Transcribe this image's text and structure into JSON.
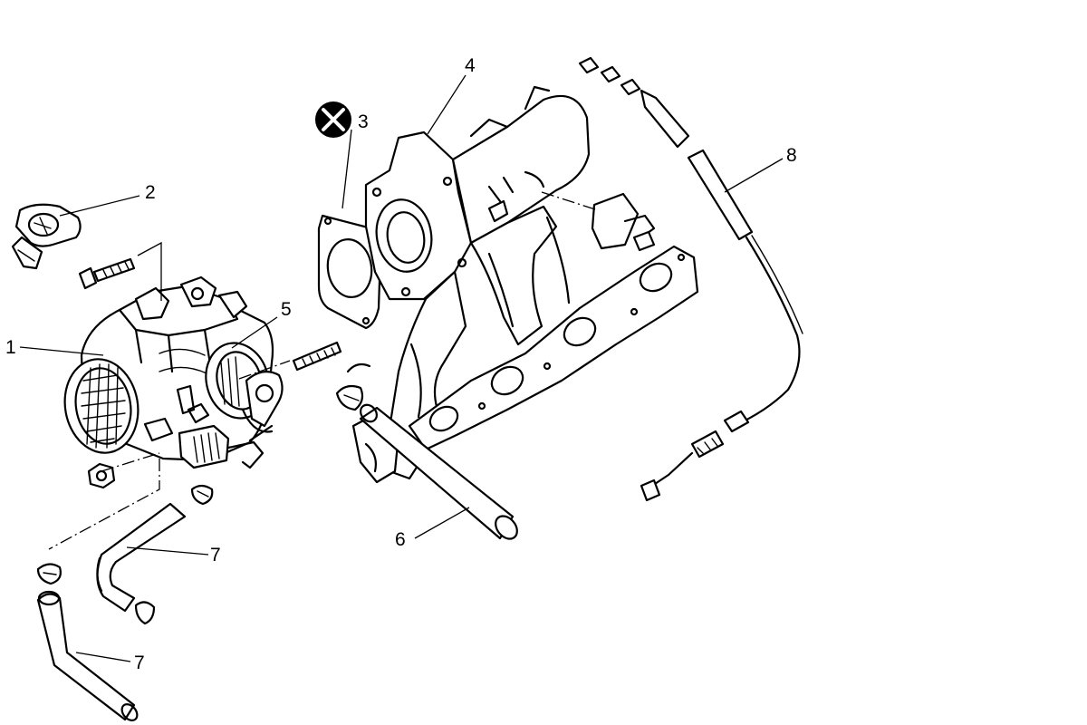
{
  "diagram": {
    "callouts": [
      {
        "id": "1",
        "label": "1"
      },
      {
        "id": "2",
        "label": "2"
      },
      {
        "id": "3",
        "label": "3"
      },
      {
        "id": "4",
        "label": "4"
      },
      {
        "id": "5",
        "label": "5"
      },
      {
        "id": "6",
        "label": "6"
      },
      {
        "id": "7a",
        "label": "7"
      },
      {
        "id": "7b",
        "label": "7"
      },
      {
        "id": "8",
        "label": "8"
      }
    ],
    "discard_symbol": "do-not-reuse-cross-icon"
  }
}
